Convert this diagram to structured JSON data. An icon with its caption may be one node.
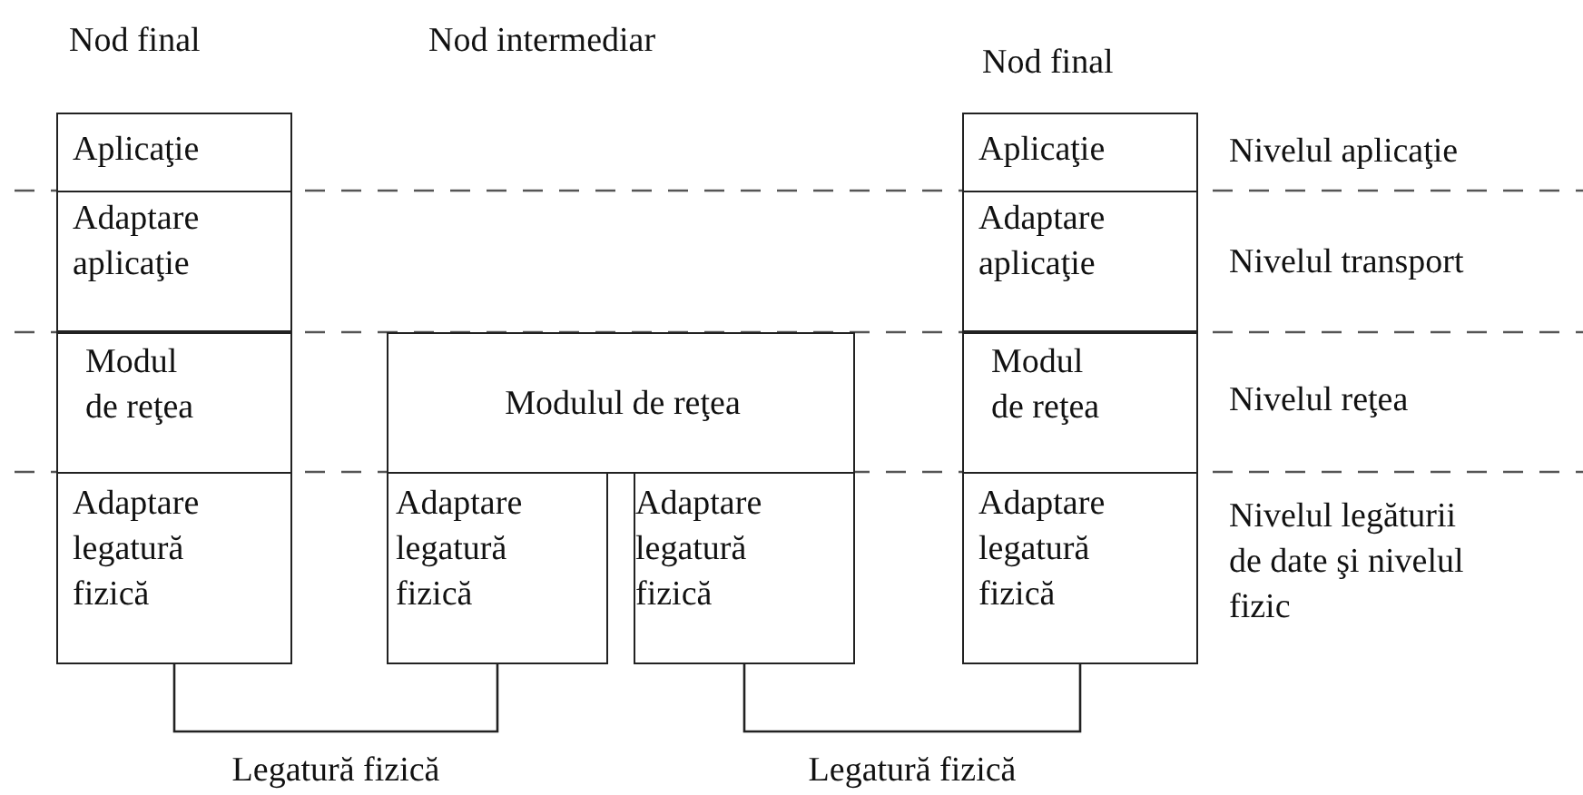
{
  "diagram": {
    "nodes": [
      {
        "text": [
          "Aplicaţie"
        ]
      },
      {
        "text": [
          "Aplicaţie"
        ]
      },
      {
        "text": [
          "Adaptare aplicaţie"
        ]
      },
      {
        "text": [
          "Adaptare aplicaţie"
        ]
      },
      {
        "text": [
          "Modul de reţea"
        ]
      },
      {
        "text": [
          "Modulul de reţea"
        ]
      },
      {
        "text": [
          "Modul de reţea"
        ]
      },
      {
        "text": [
          "Adaptare legatură fizică"
        ]
      },
      {
        "text": [
          "Adaptare legatură fizică"
        ]
      },
      {
        "text": [
          "Adaptare legatură fizică"
        ]
      },
      {
        "text": [
          "Adaptare legatură fizică"
        ]
      }
    ],
    "edges": [
      {
        "from": 7,
        "to": 8,
        "arrow": "none",
        "label": "Legatură fizică"
      },
      {
        "from": 9,
        "to": 10,
        "arrow": "none",
        "label": "Legatură fizică"
      }
    ],
    "labels": [
      "Nod final",
      "Nod intermediar",
      "Nod final",
      "Nivelul aplicaţie",
      "Nivelul transport",
      "Nivelul reţea",
      "Nivelul legăturii de date şi nivelul fizic"
    ]
  }
}
